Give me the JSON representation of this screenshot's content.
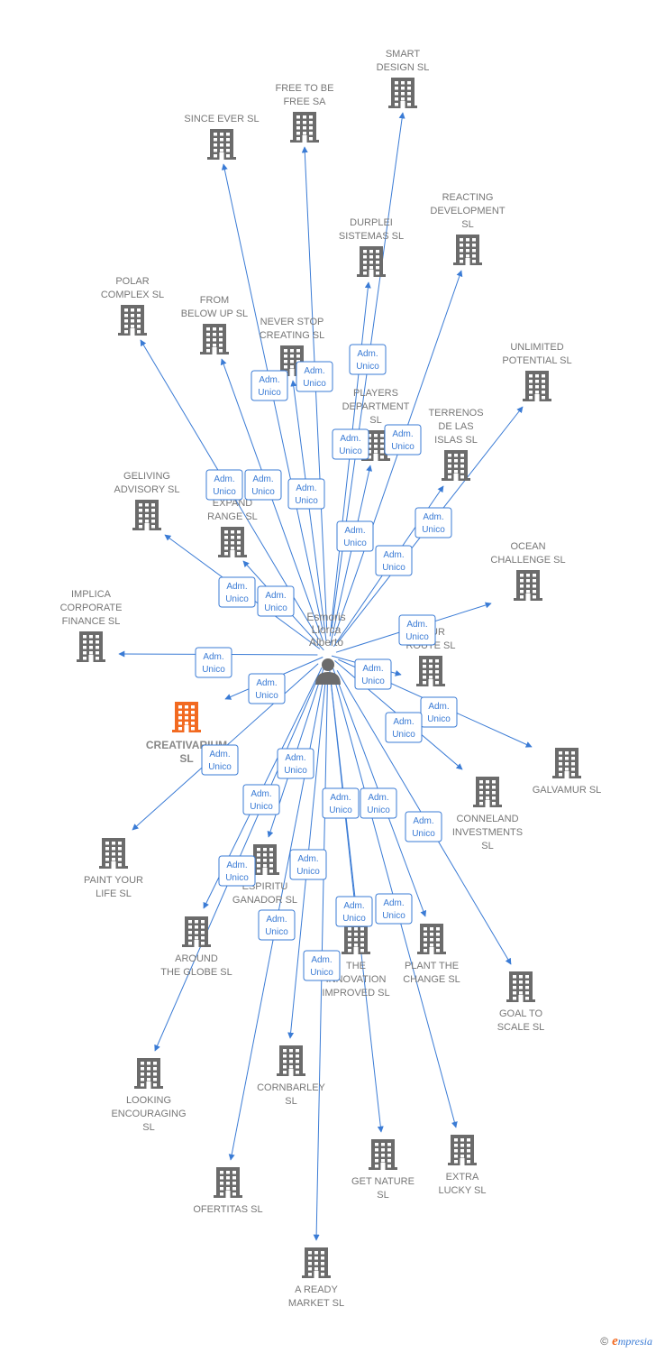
{
  "center": {
    "name_lines": [
      "Esmoris",
      "Llorca",
      "Alberto"
    ],
    "icon": "person-icon"
  },
  "edge_label": [
    "Adm.",
    "Unico"
  ],
  "colors": {
    "edge": "#3a7bd5",
    "building": "#6b6b6b",
    "highlight": "#f26a21",
    "text": "#777777"
  },
  "companies": [
    {
      "id": "smart-design",
      "lines": [
        "SMART",
        "DESIGN  SL"
      ]
    },
    {
      "id": "free-to-be-free",
      "lines": [
        "FREE TO BE",
        "FREE SA"
      ]
    },
    {
      "id": "since-ever",
      "lines": [
        "SINCE EVER  SL"
      ]
    },
    {
      "id": "reacting-development",
      "lines": [
        "REACTING",
        "DEVELOPMENT",
        "SL"
      ]
    },
    {
      "id": "durplei-sistemas",
      "lines": [
        "DURPLEI",
        "SISTEMAS  SL"
      ]
    },
    {
      "id": "polar-complex",
      "lines": [
        "POLAR",
        "COMPLEX  SL"
      ]
    },
    {
      "id": "from-below-up",
      "lines": [
        "FROM",
        "BELOW UP  SL"
      ]
    },
    {
      "id": "never-stop-creating",
      "lines": [
        "NEVER STOP",
        "CREATING  SL"
      ]
    },
    {
      "id": "unlimited-potential",
      "lines": [
        "UNLIMITED",
        "POTENTIAL  SL"
      ]
    },
    {
      "id": "players-department",
      "lines": [
        "PLAYERS",
        "DEPARTMENT",
        "SL"
      ]
    },
    {
      "id": "terrenos-de-las-islas",
      "lines": [
        "TERRENOS",
        "DE LAS",
        "ISLAS  SL"
      ]
    },
    {
      "id": "geliving-advisory",
      "lines": [
        "GELIVING",
        "ADVISORY  SL"
      ]
    },
    {
      "id": "expand-range",
      "lines": [
        "EXPAND",
        "RANGE  SL"
      ]
    },
    {
      "id": "ocean-challenge",
      "lines": [
        "OCEAN",
        "CHALLENGE  SL"
      ]
    },
    {
      "id": "implica-corporate-finance",
      "lines": [
        "IMPLICA",
        "CORPORATE",
        "FINANCE  SL"
      ]
    },
    {
      "id": "your-route",
      "lines": [
        "YOUR",
        "ROUTE  SL"
      ]
    },
    {
      "id": "creativarium",
      "lines": [
        "CREATIVARIUM",
        "SL"
      ],
      "highlight": true
    },
    {
      "id": "galvamur",
      "lines": [
        "GALVAMUR  SL"
      ]
    },
    {
      "id": "conneland-investments",
      "lines": [
        "CONNELAND",
        "INVESTMENTS",
        "SL"
      ]
    },
    {
      "id": "paint-your-life",
      "lines": [
        "PAINT YOUR",
        "LIFE  SL"
      ]
    },
    {
      "id": "espiritu-ganador",
      "lines": [
        "ESPIRITU",
        "GANADOR SL"
      ]
    },
    {
      "id": "around-the-globe",
      "lines": [
        "AROUND",
        "THE GLOBE  SL"
      ]
    },
    {
      "id": "the-innovation-improved",
      "lines": [
        "THE",
        "INNOVATION",
        "IMPROVED  SL"
      ]
    },
    {
      "id": "plant-the-change",
      "lines": [
        "PLANT THE",
        "CHANGE  SL"
      ]
    },
    {
      "id": "goal-to-scale",
      "lines": [
        "GOAL TO",
        "SCALE  SL"
      ]
    },
    {
      "id": "looking-encouraging",
      "lines": [
        "LOOKING",
        "ENCOURAGING",
        "SL"
      ]
    },
    {
      "id": "cornbarley",
      "lines": [
        "CORNBARLEY",
        "SL"
      ]
    },
    {
      "id": "get-nature",
      "lines": [
        "GET NATURE",
        "SL"
      ]
    },
    {
      "id": "extra-lucky",
      "lines": [
        "EXTRA",
        "LUCKY  SL"
      ]
    },
    {
      "id": "ofertitas",
      "lines": [
        "OFERTITAS  SL"
      ]
    },
    {
      "id": "a-ready-market",
      "lines": [
        "A READY",
        "MARKET  SL"
      ]
    }
  ],
  "footer": {
    "copyright": "©",
    "brand_first": "e",
    "brand_rest": "mpresia"
  }
}
